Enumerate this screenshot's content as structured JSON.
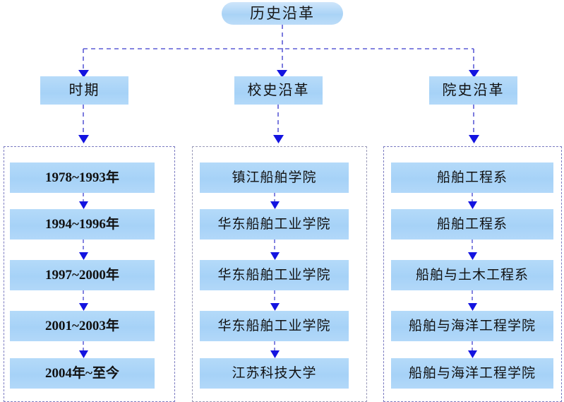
{
  "diagram": {
    "title": "历史沿革",
    "type": "hierarchy-flowchart",
    "colors": {
      "node_fill": "#a6d2f7",
      "node_fill_light": "#b7dbf9",
      "connector": "#3b3bc8",
      "arrow": "#1414e0",
      "group_border": "#7a7ac0",
      "group_border_gray": "#9a9ab8",
      "text": "#111111",
      "background": "#ffffff"
    },
    "root": {
      "label": "历史沿革"
    },
    "branches": [
      {
        "key": "period",
        "header": "时期",
        "items": [
          "1978~1993年",
          "1994~1996年",
          "1997~2000年",
          "2001~2003年",
          "2004年~至今"
        ]
      },
      {
        "key": "school_history",
        "header": "校史沿革",
        "items": [
          "镇江船舶学院",
          "华东船舶工业学院",
          "华东船舶工业学院",
          "华东船舶工业学院",
          "江苏科技大学"
        ]
      },
      {
        "key": "college_history",
        "header": "院史沿革",
        "items": [
          "船舶工程系",
          "船舶工程系",
          "船舶与土木工程系",
          "船舶与海洋工程学院",
          "船舶与海洋工程学院"
        ]
      }
    ]
  }
}
